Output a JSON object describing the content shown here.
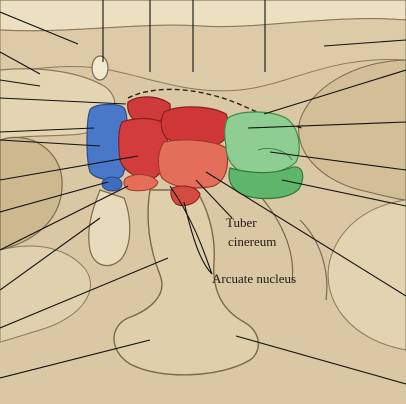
{
  "labels": {
    "tuber": "Tuber",
    "cinereum": "cinereum",
    "arcuate_nucleus": "Arcuate nucleus"
  },
  "colors": {
    "background_tissue": "#d8c7a2",
    "light_tissue": "#e6d9ba",
    "dark_tissue": "#b8a47c",
    "outline": "#7a6a4a",
    "nuclei_blue": "#4a78c9",
    "nuclei_red": "#cf3a3a",
    "nuclei_salmon": "#e36f5a",
    "nuclei_green": "#5fb56a",
    "nuclei_light_green": "#8fce92",
    "leader_lines": "#1a1a1a"
  }
}
